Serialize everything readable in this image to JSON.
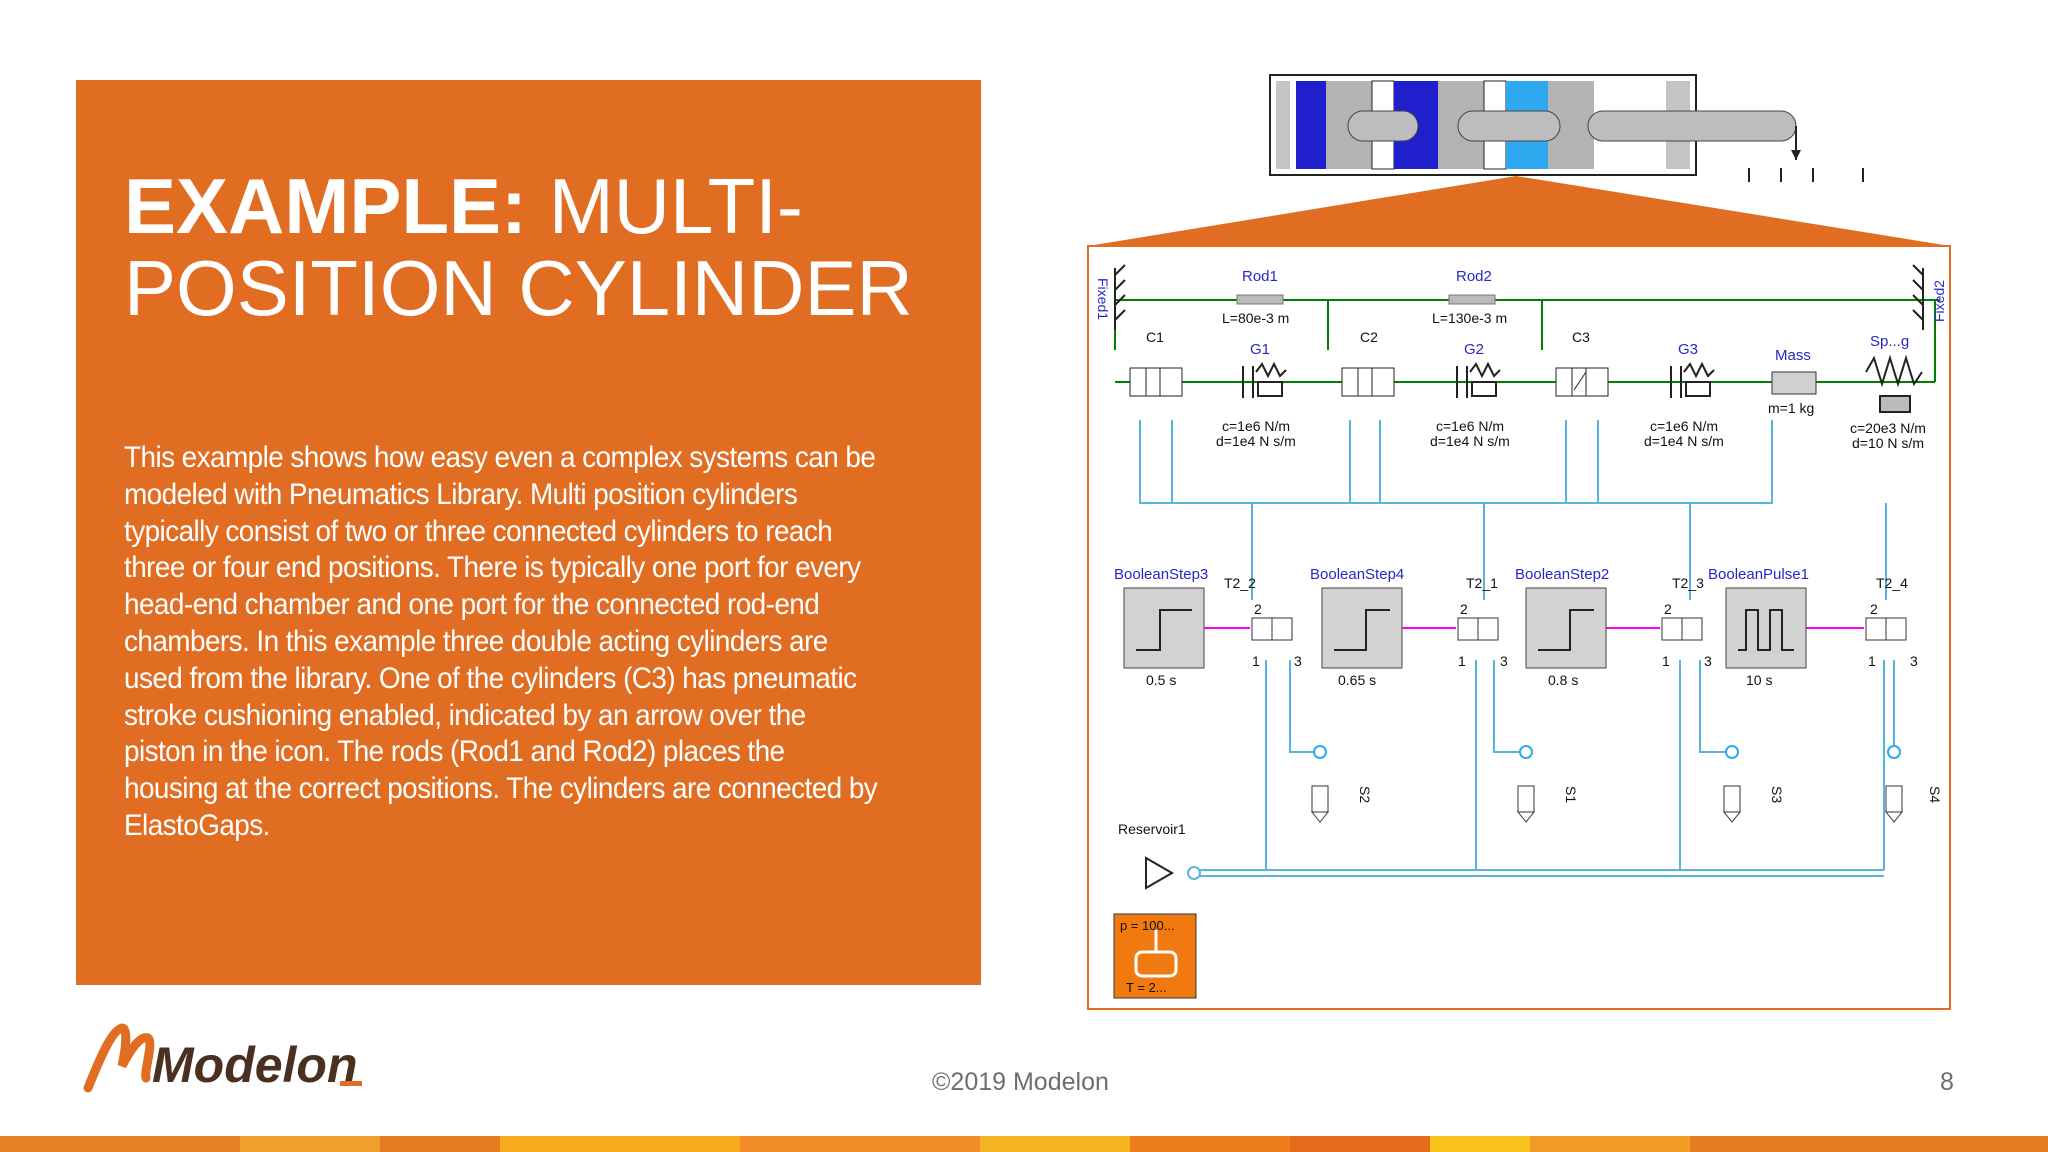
{
  "slide": {
    "title_bold": "EXAMPLE:",
    "title_rest_line1": " MULTI-",
    "title_line2": "POSITION CYLINDER",
    "body_lines": [
      "This example shows how easy even a complex systems can be",
      "modeled with Pneumatics Library. Multi position cylinders",
      "typically consist of two or three connected cylinders to reach",
      "three or four end positions. There is typically one port for every",
      "head-end chamber and one port for the connected rod-end",
      "chambers. In this example three double acting cylinders are",
      "used from the library. One of the cylinders (C3) has pneumatic",
      "stroke cushioning enabled, indicated by an arrow over the",
      "piston in the icon. The rods (Rod1 and Rod2) places the",
      "housing at the correct positions. The cylinders are connected by",
      "ElastoGaps."
    ],
    "copyright": "©2019 Modelon",
    "page_number": "8",
    "logo_text": "Modelon"
  },
  "diagram": {
    "fixed1": "Fixed1",
    "fixed2": "Fixed2",
    "rod1": "Rod1",
    "rod1_param": "L=80e-3 m",
    "rod2": "Rod2",
    "rod2_param": "L=130e-3 m",
    "c1": "C1",
    "c2": "C2",
    "c3": "C3",
    "g1": "G1",
    "g2": "G2",
    "g3": "G3",
    "g1_c": "c=1e6 N/m",
    "g1_d": "d=1e4 N s/m",
    "g2_c": "c=1e6 N/m",
    "g2_d": "d=1e4 N s/m",
    "g3_c": "c=1e6 N/m",
    "g3_d": "d=1e4 N s/m",
    "mass": "Mass",
    "mass_param": "m=1 kg",
    "spring": "Sp...g",
    "spring_c": "c=20e3 N/m",
    "spring_d": "d=10 N s/m",
    "step3": "BooleanStep3",
    "step3_t": "0.5 s",
    "step4": "BooleanStep4",
    "step4_t": "0.65 s",
    "step2": "BooleanStep2",
    "step2_t": "0.8 s",
    "pulse1": "BooleanPulse1",
    "pulse1_t": "10 s",
    "valve1": "T2_2",
    "valve2": "T2_1",
    "valve3": "T2_3",
    "valve4": "T2_4",
    "s1": "S2",
    "s2": "S1",
    "s3": "S3",
    "s4": "S4",
    "reservoir": "Reservoir1",
    "source_p": "p = 100...",
    "source_t": "T = 2...",
    "port2": "2",
    "port1": "1",
    "port3": "3"
  },
  "colors": {
    "orange": "#e06d22",
    "diagram_label_blue": "#2727c8",
    "connector_green": "#008000",
    "pneumatic_cyan": "#5ab5dc",
    "boolean_magenta": "#ff00ff"
  }
}
